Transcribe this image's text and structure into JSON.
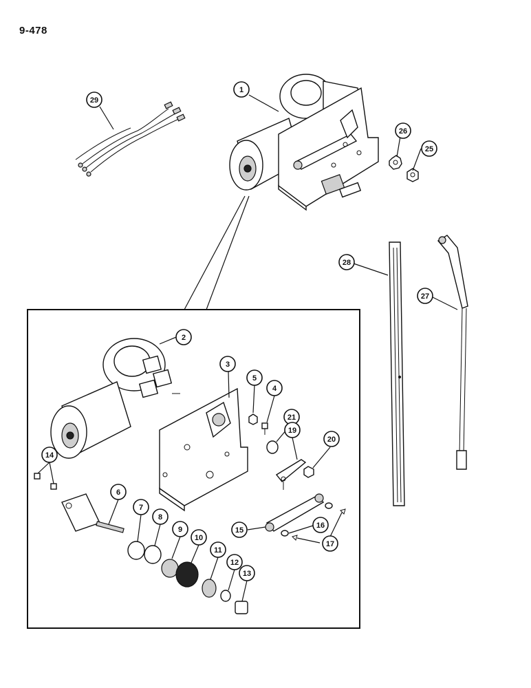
{
  "page": {
    "title": "9-478"
  },
  "callouts": [
    {
      "id": "1",
      "label": "1"
    },
    {
      "id": "2",
      "label": "2"
    },
    {
      "id": "3",
      "label": "3"
    },
    {
      "id": "4",
      "label": "4"
    },
    {
      "id": "5",
      "label": "5"
    },
    {
      "id": "6",
      "label": "6"
    },
    {
      "id": "7",
      "label": "7"
    },
    {
      "id": "8",
      "label": "8"
    },
    {
      "id": "9",
      "label": "9"
    },
    {
      "id": "10",
      "label": "10"
    },
    {
      "id": "11",
      "label": "11"
    },
    {
      "id": "12",
      "label": "12"
    },
    {
      "id": "13",
      "label": "13"
    },
    {
      "id": "14",
      "label": "14"
    },
    {
      "id": "15",
      "label": "15"
    },
    {
      "id": "16",
      "label": "16"
    },
    {
      "id": "17",
      "label": "17"
    },
    {
      "id": "19",
      "label": "19"
    },
    {
      "id": "20",
      "label": "20"
    },
    {
      "id": "21",
      "label": "21"
    },
    {
      "id": "25",
      "label": "25"
    },
    {
      "id": "26",
      "label": "26"
    },
    {
      "id": "27",
      "label": "27"
    },
    {
      "id": "28",
      "label": "28"
    },
    {
      "id": "29",
      "label": "29"
    }
  ]
}
